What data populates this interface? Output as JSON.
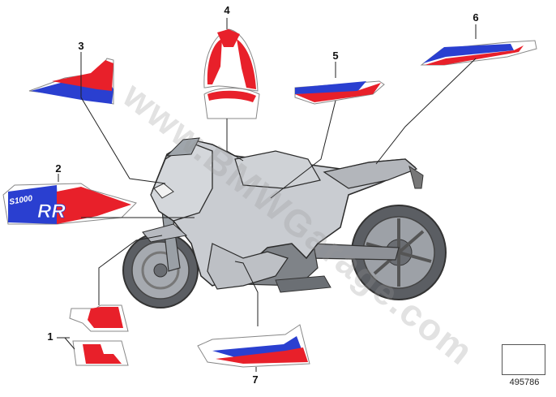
{
  "diagram": {
    "callouts": [
      {
        "label": "1"
      },
      {
        "label": "2"
      },
      {
        "label": "3"
      },
      {
        "label": "4"
      },
      {
        "label": "5"
      },
      {
        "label": "6"
      },
      {
        "label": "7"
      }
    ],
    "decal_text": {
      "model": "S1000",
      "rr": "RR"
    },
    "watermark": "www.BMWGarage.com",
    "reference_number": "495786",
    "navigation_icon": "arrow-left-icon",
    "colors": {
      "blue": "#2a3fd0",
      "red": "#e8202a",
      "bike_gray": "#c9ccd1",
      "line": "#222222"
    }
  }
}
